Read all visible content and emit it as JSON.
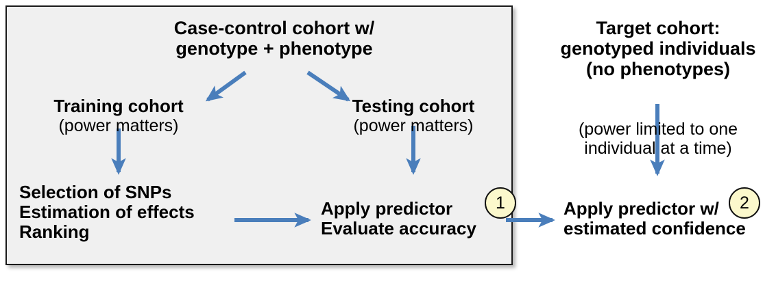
{
  "figure": {
    "title_alt": "Polygenic predictor training and application workflow",
    "colors": {
      "arrow": "#4a7ebb",
      "panel_fill": "#f0f0f0",
      "panel_border": "#1a1a1a",
      "badge_fill": "#fbf8cc",
      "badge_border": "#111111",
      "text": "#000000",
      "page_background": "#ffffff"
    }
  },
  "panel": {
    "name": "training-and-testing-panel",
    "source_cohort": {
      "line1": "Case-control cohort w/",
      "line2": "genotype + phenotype"
    },
    "training": {
      "heading": "Training cohort",
      "note": "(power matters)"
    },
    "testing": {
      "heading": "Testing cohort",
      "note": "(power matters)"
    },
    "training_steps": {
      "line1": "Selection of SNPs",
      "line2": "Estimation of effects",
      "line3": "Ranking"
    },
    "testing_steps": {
      "line1": "Apply predictor",
      "line2": "Evaluate accuracy"
    }
  },
  "target": {
    "name": "target-cohort-column",
    "cohort": {
      "line1": "Target cohort:",
      "line2": "genotyped individuals",
      "line3": "(no phenotypes)"
    },
    "note": {
      "line1": "(power limited to one",
      "line2": "individual at a time)"
    },
    "apply": {
      "line1": "Apply predictor w/",
      "line2": "estimated confidence"
    }
  },
  "badges": [
    {
      "label": "1",
      "name": "step-badge-1"
    },
    {
      "label": "2",
      "name": "step-badge-2"
    }
  ],
  "arrows": [
    {
      "name": "arrow-cohort-to-training",
      "kind": "diagonal-down-left"
    },
    {
      "name": "arrow-cohort-to-testing",
      "kind": "diagonal-down-right"
    },
    {
      "name": "arrow-training-to-steps",
      "kind": "vertical-down"
    },
    {
      "name": "arrow-testing-to-apply",
      "kind": "vertical-down"
    },
    {
      "name": "arrow-steps-to-apply",
      "kind": "horizontal-right"
    },
    {
      "name": "arrow-panel-to-target-apply",
      "kind": "horizontal-right"
    },
    {
      "name": "arrow-target-to-apply",
      "kind": "vertical-down"
    }
  ]
}
